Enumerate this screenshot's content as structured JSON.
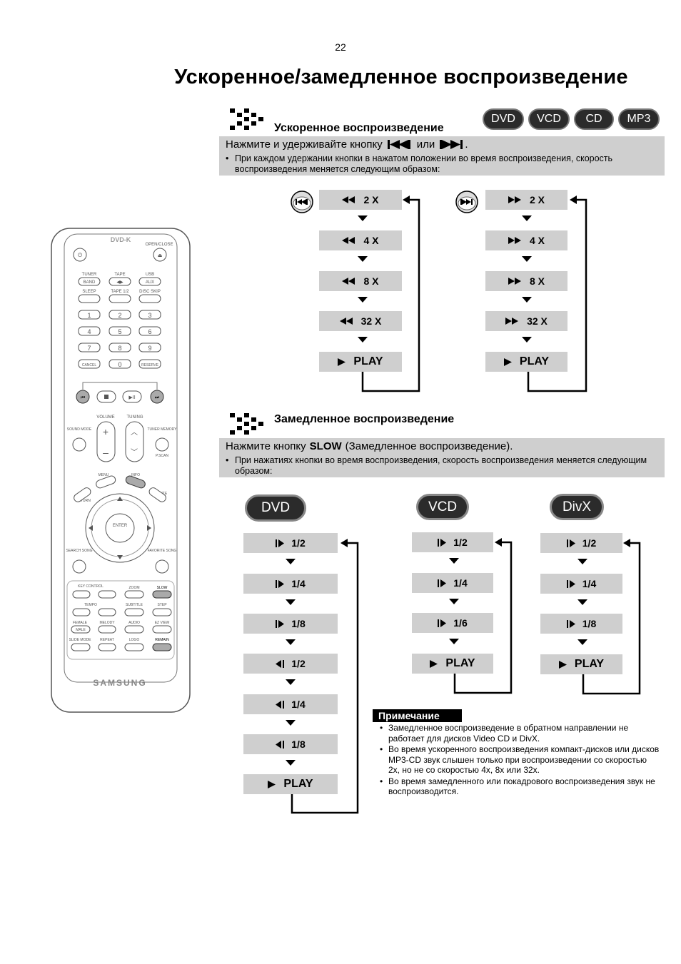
{
  "page_number": "22",
  "title": "Ускоренное/замедленное воспроизведение",
  "fast": {
    "heading": "Ускоренное воспроизведение",
    "instruction_prefix": "Нажмите и удерживайте кнопку",
    "instruction_or": "или",
    "instruction_end": ".",
    "bullet": "При каждом удержании кнопки в нажатом положении во время воспроизведения, скорость воспроизведения меняется следующим образом:",
    "disc_badges": [
      "DVD",
      "VCD",
      "CD",
      "MP3"
    ],
    "rewind_steps": [
      "2 X",
      "4 X",
      "8 X",
      "32 X",
      "PLAY"
    ],
    "forward_steps": [
      "2 X",
      "4 X",
      "8 X",
      "32 X",
      "PLAY"
    ]
  },
  "slow": {
    "heading": "Замедленное воспроизведение",
    "instruction_prefix": "Нажмите кнопку",
    "instruction_bold": "SLOW",
    "instruction_suffix": "(Замедленное воспроизведение).",
    "bullet": "При нажатиях кнопки во время воспроизведения, скорость воспроизведения меняется следующим образом:",
    "dvd_label": "DVD",
    "vcd_label": "VCD",
    "divx_label": "DivX",
    "dvd_steps": [
      "1/2",
      "1/4",
      "1/8",
      "1/2",
      "1/4",
      "1/8",
      "PLAY"
    ],
    "vcd_steps": [
      "1/2",
      "1/4",
      "1/6",
      "PLAY"
    ],
    "divx_steps": [
      "1/2",
      "1/4",
      "1/8",
      "PLAY"
    ]
  },
  "note": {
    "label": "Примечание",
    "items": [
      "Замедленное воспроизведение в обратном направлении не работает для дисков Video CD и DivX.",
      "Во время ускоренного воспроизведения компакт-дисков или дисков MP3-CD звук слышен только при воспроизведении со скоростью 2x, но не со скоростью 4x, 8x или 32x.",
      "Во время замедленного или покадрового воспроизведения звук не воспроизводится."
    ]
  },
  "remote": {
    "logo": "DVD-K",
    "open_close": "OPEN/CLOSE",
    "tuner": "TUNER",
    "band": "BAND",
    "tape": "TAPE",
    "usb": "USB",
    "aux": "AUX",
    "sleep": "SLEEP",
    "tape12": "TAPE 1/2",
    "disc_skip": "DISC SKIP",
    "digits": [
      "1",
      "2",
      "3",
      "4",
      "5",
      "6",
      "7",
      "8",
      "9"
    ],
    "cancel": "CANCEL",
    "zero": "0",
    "reserve": "RESERVE",
    "volume": "VOLUME",
    "tuning": "TUNING",
    "sound_mode": "SOUND MODE",
    "tuner_memory": "TUNER MEMORY",
    "p_scan": "P.SCAN",
    "menu": "MENU",
    "info": "INFO",
    "return": "RETURN",
    "mute": "MUTE",
    "enter": "ENTER",
    "search_song": "SEARCH SONG",
    "favorite_song": "FAVORITE SONG",
    "key_control": "KEY CONTROL",
    "zoom": "ZOOM",
    "slow": "SLOW",
    "tempo": "TEMPO",
    "subtitle": "SUBTITLE",
    "step": "STEP",
    "female": "FEMALE",
    "melody": "MELODY",
    "audio": "AUDIO",
    "ez_view": "EZ VIEW",
    "male": "MALE",
    "slide_mode": "SLIDE MODE",
    "repeat": "REPEAT",
    "logo_btn": "LOGO",
    "remain": "REMAIN",
    "brand": "SAMSUNG"
  }
}
